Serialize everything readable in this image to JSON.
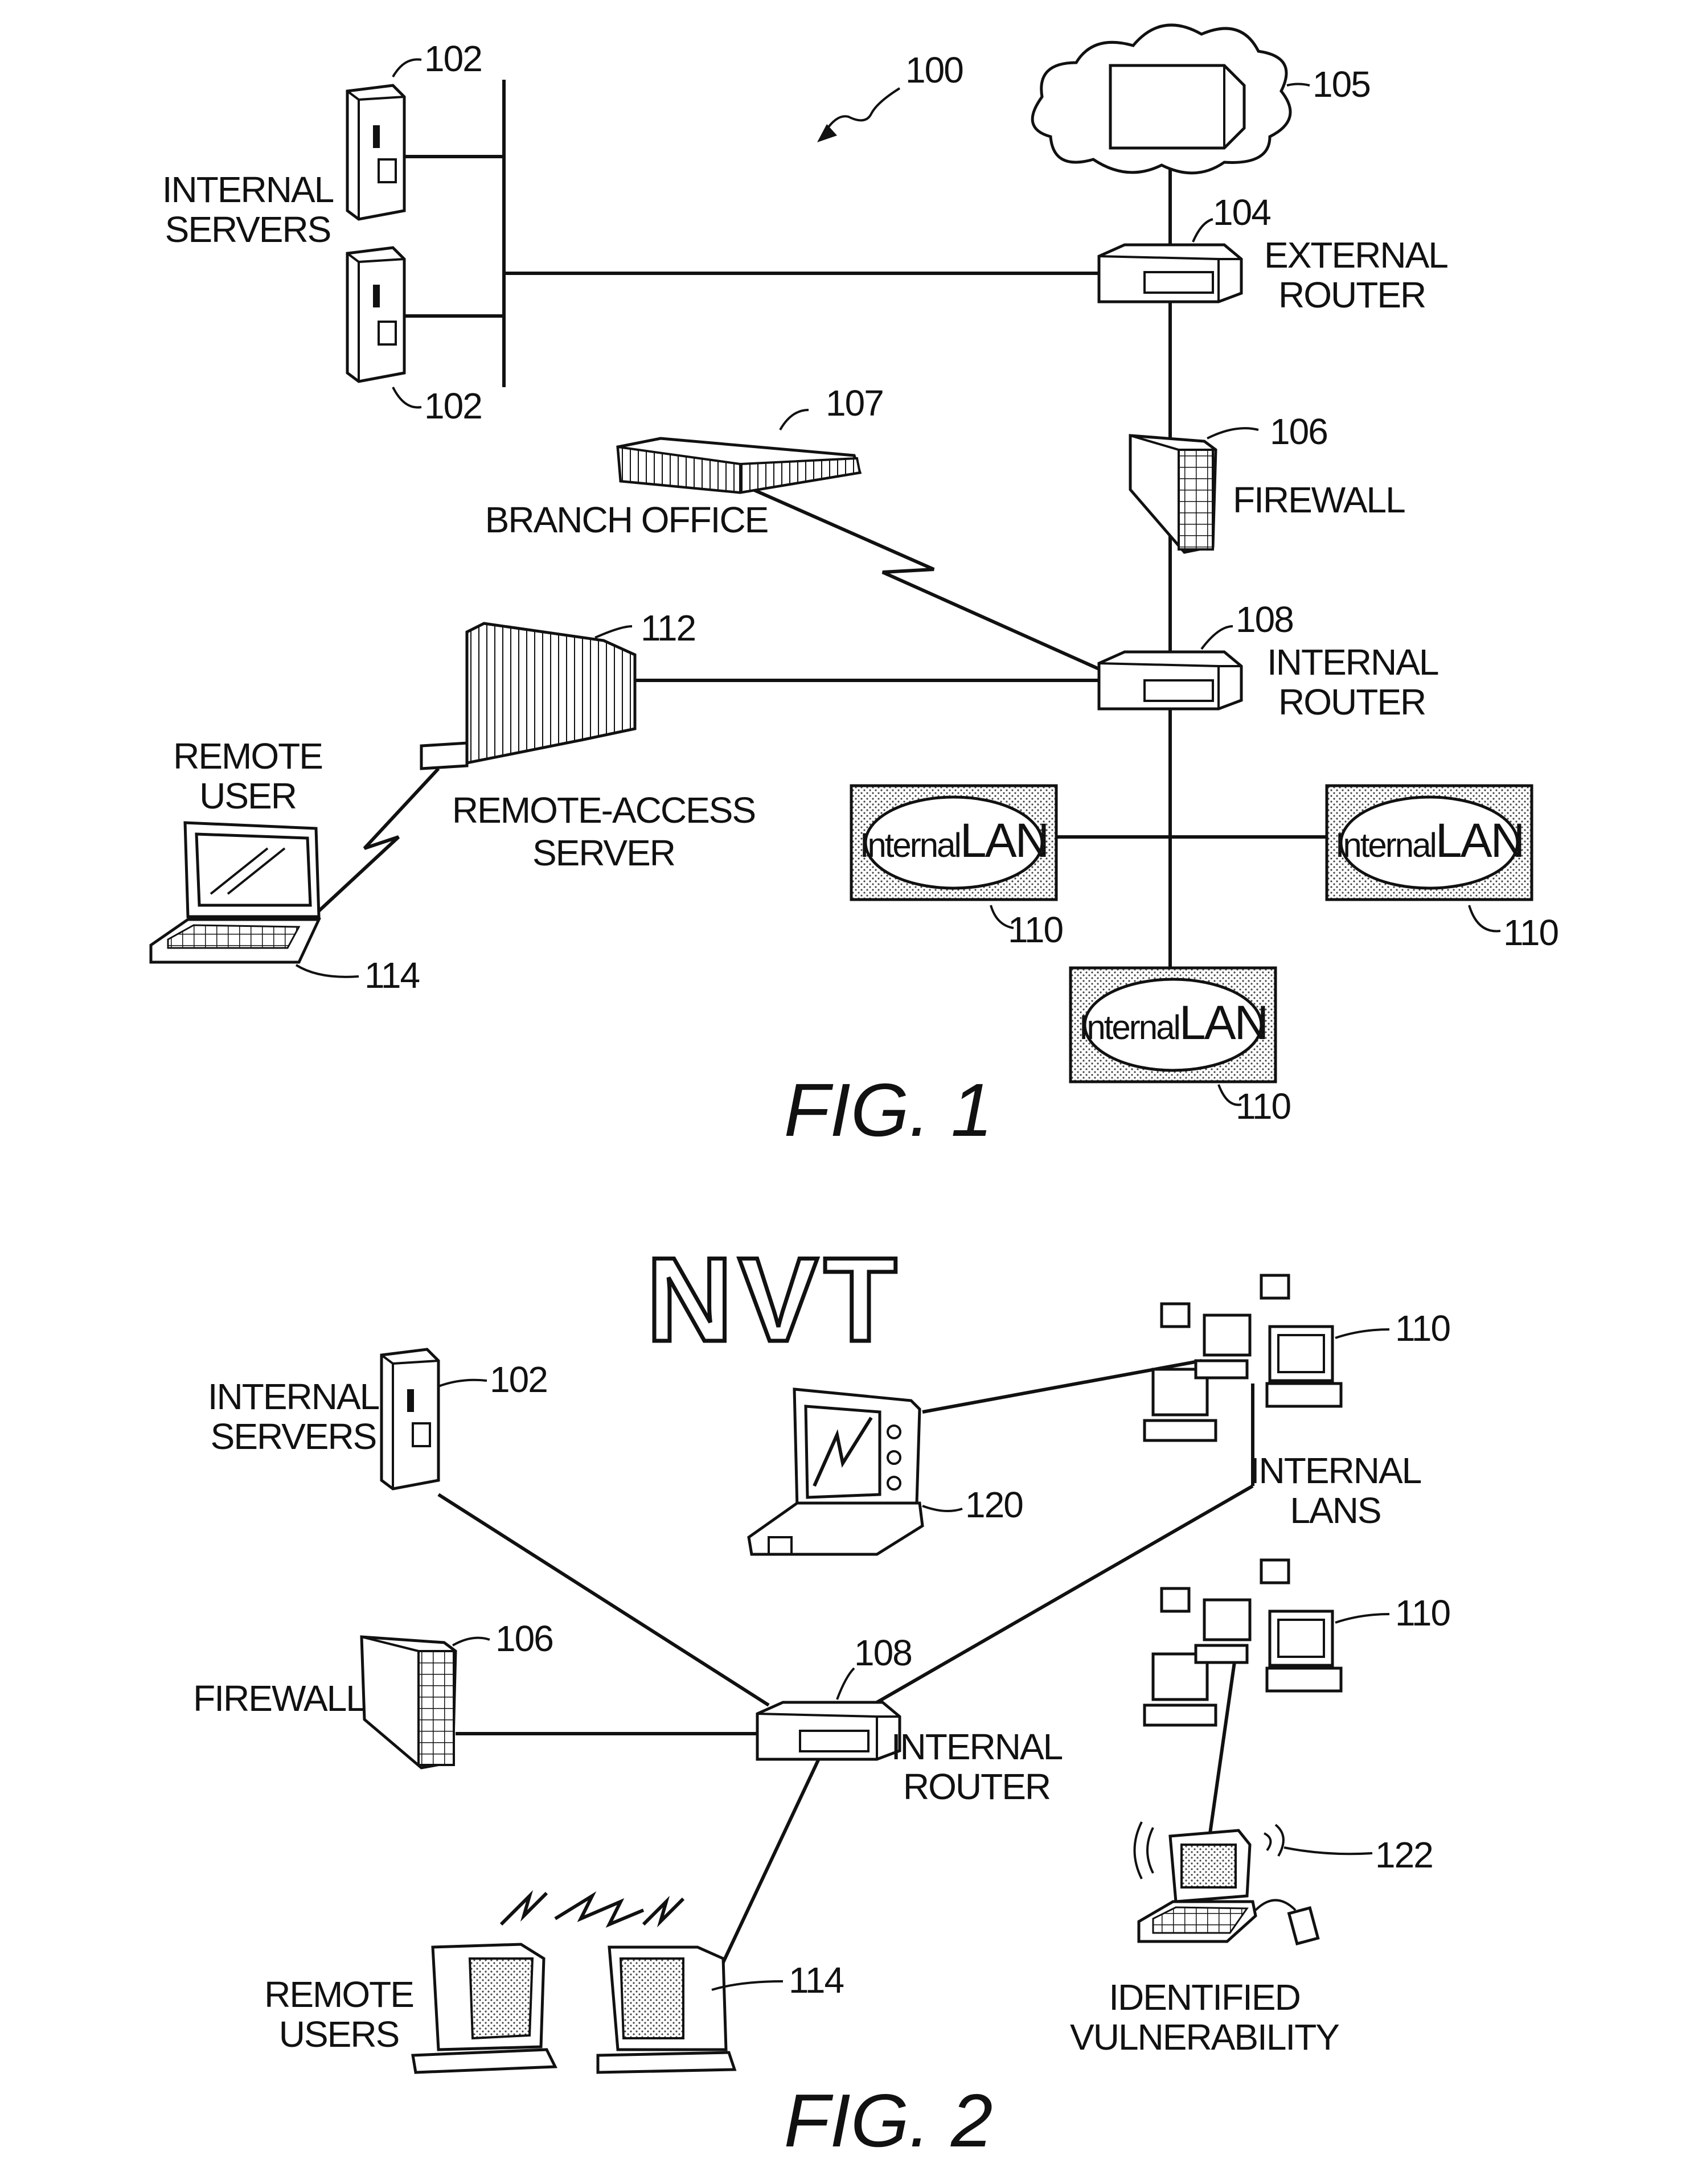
{
  "fig1": {
    "caption": "FIG. 1",
    "system_ref": "100",
    "internal_servers": {
      "label_line1": "INTERNAL",
      "label_line2": "SERVERS",
      "ref_top": "102",
      "ref_bottom": "102"
    },
    "cloud": {
      "ref": "105"
    },
    "external_router": {
      "ref": "104",
      "label_line1": "EXTERNAL",
      "label_line2": "ROUTER"
    },
    "firewall": {
      "ref": "106",
      "label": "FIREWALL"
    },
    "branch_office": {
      "ref": "107",
      "label": "BRANCH OFFICE"
    },
    "internal_router": {
      "ref": "108",
      "label_line1": "INTERNAL",
      "label_line2": "ROUTER"
    },
    "remote_access_server": {
      "ref": "112",
      "label_line1": "REMOTE-ACCESS",
      "label_line2": "SERVER"
    },
    "remote_user": {
      "ref": "114",
      "label_line1": "REMOTE",
      "label_line2": "USER"
    },
    "internal_lans": [
      {
        "ref": "110",
        "text_a": "Internal",
        "text_b": "LAN"
      },
      {
        "ref": "110",
        "text_a": "Internal",
        "text_b": "LAN"
      },
      {
        "ref": "110",
        "text_a": "Internal",
        "text_b": "LAN"
      }
    ]
  },
  "fig2": {
    "caption": "FIG. 2",
    "nvt_title": "NVT",
    "nvt_ref": "120",
    "internal_servers": {
      "ref": "102",
      "label_line1": "INTERNAL",
      "label_line2": "SERVERS"
    },
    "firewall": {
      "ref": "106",
      "label": "FIREWALL"
    },
    "internal_router": {
      "ref": "108",
      "label_line1": "INTERNAL",
      "label_line2": "ROUTER"
    },
    "internal_lans": {
      "label_line1": "INTERNAL",
      "label_line2": "LANS",
      "ref_top": "110",
      "ref_bottom": "110"
    },
    "remote_users": {
      "ref": "114",
      "label_line1": "REMOTE",
      "label_line2": "USERS"
    },
    "identified_vulnerability": {
      "ref": "122",
      "label_line1": "IDENTIFIED",
      "label_line2": "VULNERABILITY"
    }
  }
}
